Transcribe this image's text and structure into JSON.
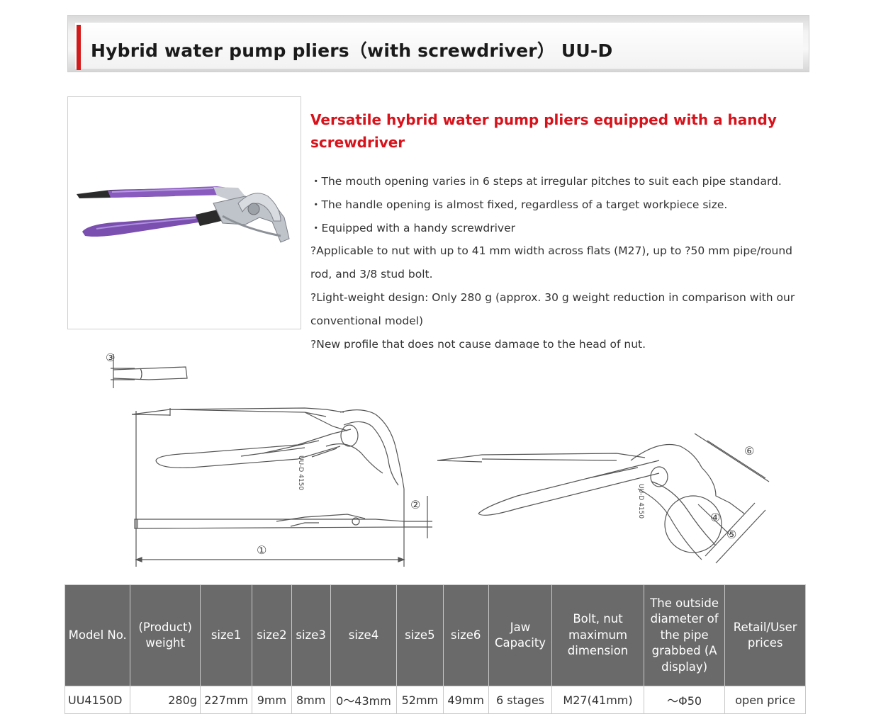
{
  "header": {
    "title": "Hybrid water pump pliers（with screwdriver）  UU-D"
  },
  "intro": {
    "headline": "Versatile hybrid water pump pliers equipped with a handy screwdriver",
    "features": [
      "・The mouth opening varies in 6 steps at irregular pitches to suit each pipe standard.",
      "・The handle opening is almost fixed, regardless of a target workpiece size.",
      "・Equipped with a handy screwdriver",
      "?Applicable to nut with up to 41 mm width across flats (M27), up to ?50 mm pipe/round rod, and 3/8 stud bolt.",
      "?Light-weight design: Only 280 g (approx. 30 g weight reduction in comparison with our conventional model)",
      "?New profile that does not cause damage to the head of nut."
    ]
  },
  "diagram": {
    "labels": [
      "①",
      "②",
      "③",
      "④",
      "⑤",
      "⑥"
    ],
    "jaw_marking": "UU-D 4150"
  },
  "colors": {
    "accent_red": "#d8121b",
    "handle_purple": "#7b4fb0",
    "table_header": "#6a6a6a"
  },
  "spec_table": {
    "headers": [
      "Model No.",
      "(Product) weight",
      "size1",
      "size2",
      "size3",
      "size4",
      "size5",
      "size6",
      "Jaw Capacity",
      "Bolt, nut maximum dimension",
      "The outside diameter of the pipe grabbed (A display)",
      "Retail/User prices"
    ],
    "rows": [
      [
        "UU4150D",
        "280g",
        "227mm",
        "9mm",
        "8mm",
        "0～43mm",
        "52mm",
        "49mm",
        "6 stages",
        "M27(41mm)",
        "～Φ50",
        "open price"
      ]
    ]
  }
}
